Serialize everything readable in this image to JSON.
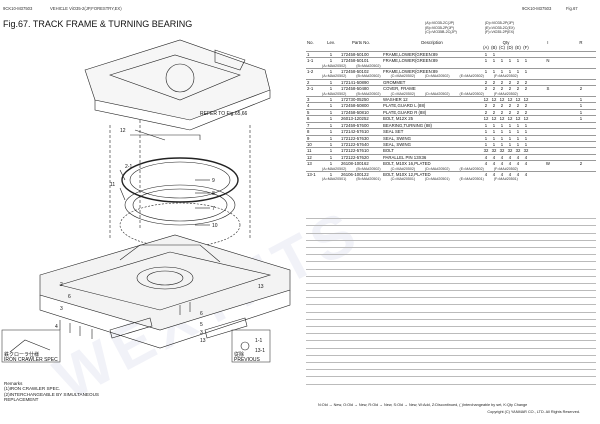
{
  "header": {
    "code_left": "9CK10-M37503",
    "model": "VEHICLE ViO35-2(JP,FORESTRY,EX)",
    "code_right": "9CK10-M37503",
    "fig_no": "Fig.67",
    "title": "Fig.67.  TRACK FRAME & TURNING BEARING"
  },
  "variants": [
    "(A)=ViO35-2C(JP)",
    "(B)=ViO35-2P(JP)",
    "(C)=ViO35B-2C(JP)",
    "(D)=ViO35-2P(JP)",
    "(E)=ViO35-2C(EX)",
    "(F)=ViO35-2P(EX)"
  ],
  "table_header": {
    "no": "No.",
    "lev": "Lev.",
    "parts_no": "Parts No.",
    "description": "Description",
    "qty": "Qty",
    "cols": [
      "(A)",
      "(B)",
      "(C)",
      "(D)",
      "(E)",
      "(F)"
    ],
    "i": "I",
    "r": "R"
  },
  "rows": [
    {
      "no": "1",
      "lev": "1",
      "parts": "172458-50100",
      "desc": "FRAME,LOWER(GREEN:89",
      "q": [
        "1",
        "1",
        "",
        "",
        "",
        ""
      ],
      "i": "",
      "r": ""
    },
    {
      "no": "1-1",
      "lev": "1",
      "parts": "172458-50101",
      "desc": "FRAME,LOWER(GREEN:89",
      "q": [
        "1",
        "1",
        "1",
        "1",
        "1",
        "1"
      ],
      "i": "N",
      "r": "",
      "sub": [
        "(A=MA#20502)",
        "(B=MA#20502)"
      ]
    },
    {
      "no": "1-2",
      "lev": "1",
      "parts": "172458-50102",
      "desc": "FRAME,LOWER(GREEN:89",
      "q": [
        "1",
        "1",
        "1",
        "1",
        "1",
        "1"
      ],
      "i": "",
      "r": "",
      "sub": [
        "(A=MA#20502)",
        "(B=MA#20502)",
        "(C=MA#20502)",
        "(D=MA#20502)",
        "(E=MA#20502)",
        "(F=MA#20502)"
      ]
    },
    {
      "no": "2",
      "lev": "1",
      "parts": "172141-50890",
      "desc": "GROMMET",
      "q": [
        "2",
        "2",
        "2",
        "2",
        "2",
        "2"
      ],
      "i": "",
      "r": ""
    },
    {
      "no": "2-1",
      "lev": "1",
      "parts": "172458-50480",
      "desc": "COVER, FRAME",
      "q": [
        "2",
        "2",
        "2",
        "2",
        "2",
        "2"
      ],
      "i": "S",
      "r": "2",
      "sub": [
        "(A=MA#20502)",
        "(B=MA#20502)",
        "(C=MA#20502)",
        "(D=MA#20502)",
        "(E=MA#20502)",
        "(F=MA#20502)"
      ]
    },
    {
      "no": "3",
      "lev": "1",
      "parts": "172730-05250",
      "desc": "WASHER 12",
      "q": [
        "12",
        "12",
        "12",
        "12",
        "12",
        "12"
      ],
      "i": "",
      "r": "1"
    },
    {
      "no": "4",
      "lev": "1",
      "parts": "172458-50800",
      "desc": "PLATE,GUARD L  (88)",
      "q": [
        "2",
        "2",
        "2",
        "2",
        "2",
        "2"
      ],
      "i": "",
      "r": "1"
    },
    {
      "no": "5",
      "lev": "1",
      "parts": "172458-50810",
      "desc": "PLATE,GUARD R  (88)",
      "q": [
        "2",
        "2",
        "2",
        "2",
        "2",
        "2"
      ],
      "i": "",
      "r": "1"
    },
    {
      "no": "6",
      "lev": "1",
      "parts": "26013-120252",
      "desc": "BOLT, M12X 25",
      "q": [
        "12",
        "12",
        "12",
        "12",
        "12",
        "12"
      ],
      "i": "",
      "r": "1"
    },
    {
      "no": "7",
      "lev": "1",
      "parts": "172459-57600",
      "desc": "BEARING,TURNING (88)",
      "q": [
        "1",
        "1",
        "1",
        "1",
        "1",
        "1"
      ],
      "i": "",
      "r": ""
    },
    {
      "no": "8",
      "lev": "1",
      "parts": "172142-57610",
      "desc": "SEAL SET",
      "q": [
        "1",
        "1",
        "1",
        "1",
        "1",
        "1"
      ],
      "i": "",
      "r": ""
    },
    {
      "no": "9",
      "lev": "1",
      "parts": "172122-57630",
      "desc": "SEAL, SWING",
      "q": [
        "1",
        "1",
        "1",
        "1",
        "1",
        "1"
      ],
      "i": "",
      "r": ""
    },
    {
      "no": "10",
      "lev": "1",
      "parts": "172122-57640",
      "desc": "SEAL, SWING",
      "q": [
        "1",
        "1",
        "1",
        "1",
        "1",
        "1"
      ],
      "i": "",
      "r": ""
    },
    {
      "no": "11",
      "lev": "1",
      "parts": "172122-57610",
      "desc": "BOLT",
      "q": [
        "32",
        "32",
        "32",
        "32",
        "32",
        "32"
      ],
      "i": "",
      "r": ""
    },
    {
      "no": "12",
      "lev": "1",
      "parts": "172122-57620",
      "desc": "PARALLEL PIN 13X36",
      "q": [
        "4",
        "4",
        "4",
        "4",
        "4",
        "4"
      ],
      "i": "",
      "r": ""
    },
    {
      "no": "13",
      "lev": "1",
      "parts": "26108-100162",
      "desc": "BOLT, M10X 16,PLATED",
      "q": [
        "4",
        "4",
        "4",
        "4",
        "4",
        "4"
      ],
      "i": "W",
      "r": "2",
      "sub": [
        "(A=MA#20502)",
        "(B=MA#20502)",
        "(C=MA#20502)",
        "(D=MA#20502)",
        "(E=MA#20502)",
        "(F=MA#20502)"
      ]
    },
    {
      "no": "13-1",
      "lev": "1",
      "parts": "26106-100122",
      "desc": "BOLT, M10X 12,PLATED",
      "q": [
        "4",
        "4",
        "4",
        "4",
        "4",
        "4"
      ],
      "i": "",
      "r": "",
      "sub": [
        "(A=MA#20501)",
        "(B=MA#20501)",
        "(C=MA#20501)",
        "(D=MA#20501)",
        "(E=MA#20501)",
        "(F=MA#20501)"
      ]
    }
  ],
  "diagram": {
    "refer": "REFER TO Fig.65,66",
    "callouts": [
      "1",
      "2",
      "3",
      "4",
      "5",
      "6",
      "7",
      "8",
      "9",
      "10",
      "11",
      "12",
      "13",
      "1-1",
      "2-1",
      "13-1"
    ],
    "iron_crawler_jp": "鉄クローラ仕様",
    "iron_crawler": "IRON CRAWLER SPEC",
    "previous_jp": "従除",
    "previous": "PREVIOUS"
  },
  "remarks": [
    "Remarks",
    "(1)IRON CRAWLER SPEC.",
    "(2)INTERCHANGEABLE BY SIMULTANEOUS",
    "REPLACEMENT"
  ],
  "legend": "N:Old → New, O:Old → New, R:Old → New, S:Old → New, W:Add, Z:Discontinued, ( )Interchangeable by set, K:Qty Change",
  "copyright": "Copyright (C)  YANMAR CO., LTD. All Rights Reserved.",
  "watermark": "WEXTNTS"
}
